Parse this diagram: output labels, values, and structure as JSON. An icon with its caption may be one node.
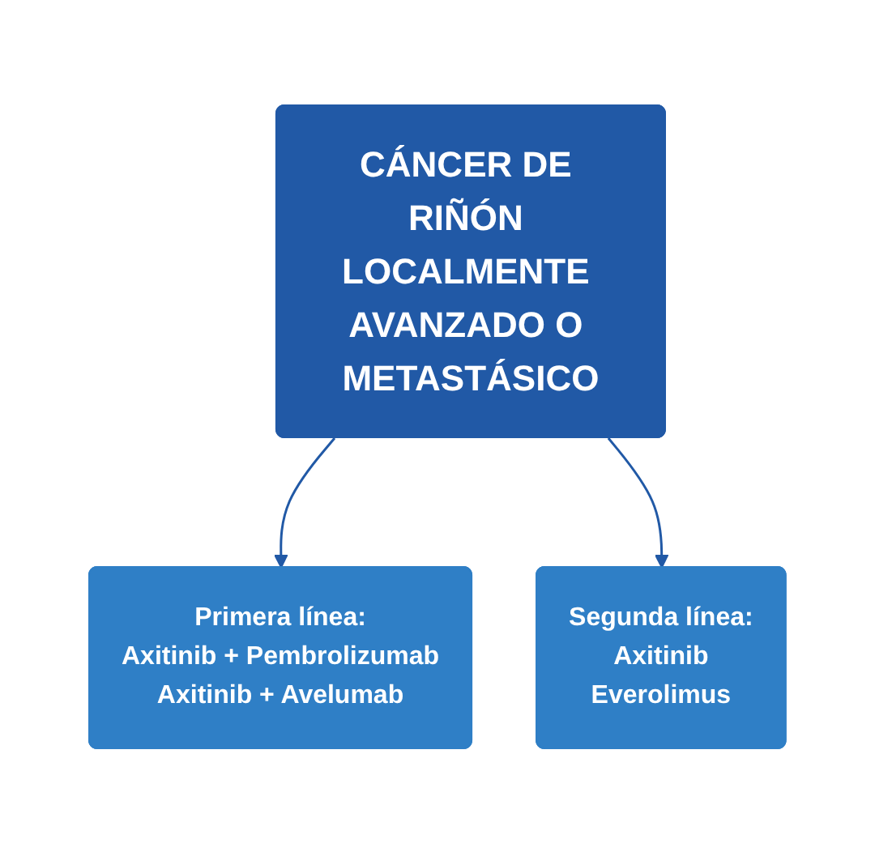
{
  "diagram": {
    "nodes": [
      {
        "text": [
          "CÁNCER DE RIÑÓN LOCALMENTE AVANZADO O METASTÁSICO"
        ]
      },
      {
        "text": [
          "Primera línea:",
          "Axitinib + Pembrolizumab",
          "Axitinib + Avelumab"
        ]
      },
      {
        "text": [
          "Segunda línea:",
          "Axitinib",
          "Everolimus"
        ]
      }
    ],
    "edges": [
      {
        "from": 0,
        "to": 1,
        "arrow": "to"
      },
      {
        "from": 0,
        "to": 2,
        "arrow": "to"
      }
    ]
  }
}
